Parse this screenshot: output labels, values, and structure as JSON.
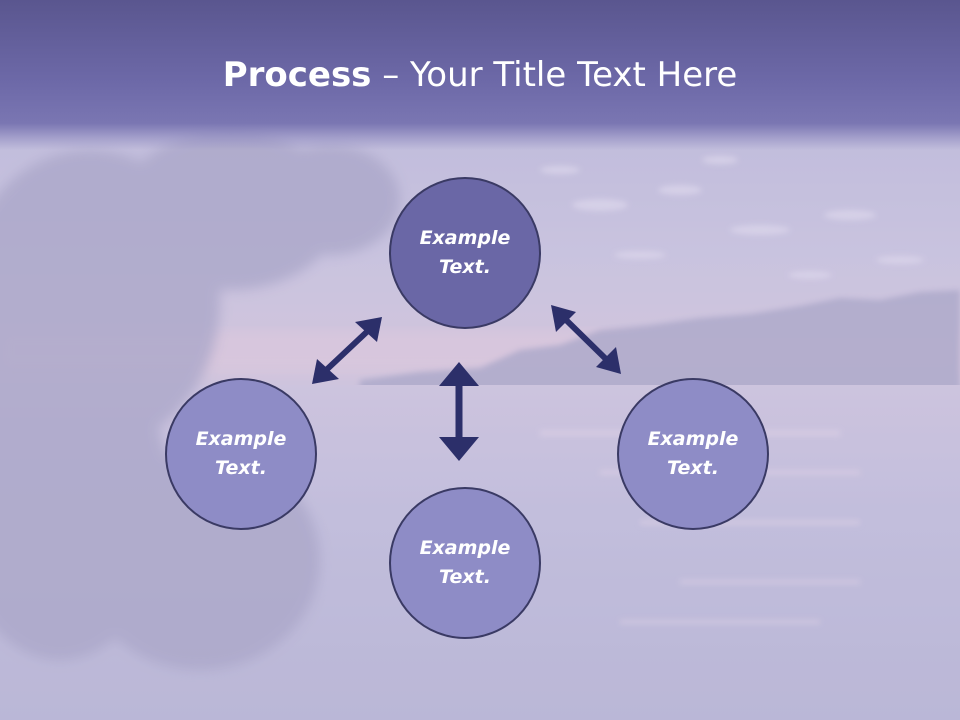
{
  "title": {
    "bold_part": "Process",
    "rest_part": " – Your Title Text Here"
  },
  "nodes": {
    "top": {
      "label": "Example\nText."
    },
    "left": {
      "label": "Example\nText."
    },
    "right": {
      "label": "Example\nText."
    },
    "bottom": {
      "label": "Example\nText."
    }
  },
  "colors": {
    "title_band": "#6d69a8",
    "node_dark": "#6a67a6",
    "node_light": "#8e8cc6",
    "node_border": "#3a3a64",
    "arrow": "#2c2f6a"
  }
}
